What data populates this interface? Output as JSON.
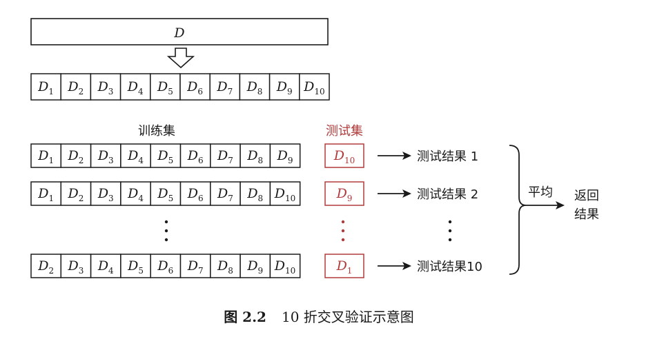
{
  "full_dataset": {
    "base": "D",
    "sub": ""
  },
  "split_row": [
    {
      "base": "D",
      "sub": "1"
    },
    {
      "base": "D",
      "sub": "2"
    },
    {
      "base": "D",
      "sub": "3"
    },
    {
      "base": "D",
      "sub": "4"
    },
    {
      "base": "D",
      "sub": "5"
    },
    {
      "base": "D",
      "sub": "6"
    },
    {
      "base": "D",
      "sub": "7"
    },
    {
      "base": "D",
      "sub": "8"
    },
    {
      "base": "D",
      "sub": "9"
    },
    {
      "base": "D",
      "sub": "10"
    }
  ],
  "labels": {
    "train": "训练集",
    "test": "测试集"
  },
  "folds": [
    {
      "train": [
        {
          "base": "D",
          "sub": "1"
        },
        {
          "base": "D",
          "sub": "2"
        },
        {
          "base": "D",
          "sub": "3"
        },
        {
          "base": "D",
          "sub": "4"
        },
        {
          "base": "D",
          "sub": "5"
        },
        {
          "base": "D",
          "sub": "6"
        },
        {
          "base": "D",
          "sub": "7"
        },
        {
          "base": "D",
          "sub": "8"
        },
        {
          "base": "D",
          "sub": "9"
        }
      ],
      "test": {
        "base": "D",
        "sub": "10"
      },
      "result": "测试结果 1"
    },
    {
      "train": [
        {
          "base": "D",
          "sub": "1"
        },
        {
          "base": "D",
          "sub": "2"
        },
        {
          "base": "D",
          "sub": "3"
        },
        {
          "base": "D",
          "sub": "4"
        },
        {
          "base": "D",
          "sub": "5"
        },
        {
          "base": "D",
          "sub": "6"
        },
        {
          "base": "D",
          "sub": "7"
        },
        {
          "base": "D",
          "sub": "8"
        },
        {
          "base": "D",
          "sub": "10"
        }
      ],
      "test": {
        "base": "D",
        "sub": "9"
      },
      "result": "测试结果 2"
    },
    {
      "train": [
        {
          "base": "D",
          "sub": "2"
        },
        {
          "base": "D",
          "sub": "3"
        },
        {
          "base": "D",
          "sub": "4"
        },
        {
          "base": "D",
          "sub": "5"
        },
        {
          "base": "D",
          "sub": "6"
        },
        {
          "base": "D",
          "sub": "7"
        },
        {
          "base": "D",
          "sub": "8"
        },
        {
          "base": "D",
          "sub": "9"
        },
        {
          "base": "D",
          "sub": "10"
        }
      ],
      "test": {
        "base": "D",
        "sub": "1"
      },
      "result": "测试结果10"
    }
  ],
  "average_label": "平均",
  "final_result": [
    "返回",
    "结果"
  ],
  "caption": {
    "number": "图 2.2",
    "text": "10 折交叉验证示意图"
  },
  "colors": {
    "ink": "#1a1a1a",
    "test_accent": "#b03a3a"
  }
}
